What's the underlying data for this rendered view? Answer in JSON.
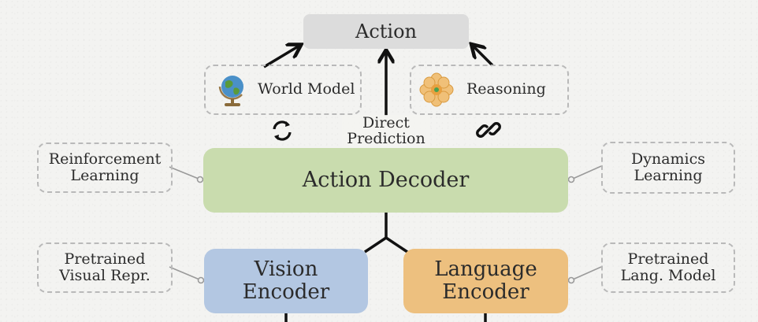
{
  "nodes": {
    "action": "Action",
    "world_model": "World Model",
    "reasoning": "Reasoning",
    "direct_prediction": "Direct\nPrediction",
    "reinforcement_learning": "Reinforcement\nLearning",
    "dynamics_learning": "Dynamics\nLearning",
    "action_decoder": "Action Decoder",
    "pretrained_visual": "Pretrained\nVisual Repr.",
    "pretrained_lang": "Pretrained\nLang. Model",
    "vision_encoder": "Vision\nEncoder",
    "language_encoder": "Language\nEncoder"
  },
  "icons": {
    "world_model": "globe-icon",
    "reasoning": "flower-icon",
    "loop": "refresh-icon",
    "link": "link-icon"
  },
  "colors": {
    "action": "#dcdcdc",
    "action_decoder": "#c9dcae",
    "vision_encoder": "#b3c7e2",
    "language_encoder": "#edc07f",
    "dashed_border": "#b9b9b9"
  }
}
